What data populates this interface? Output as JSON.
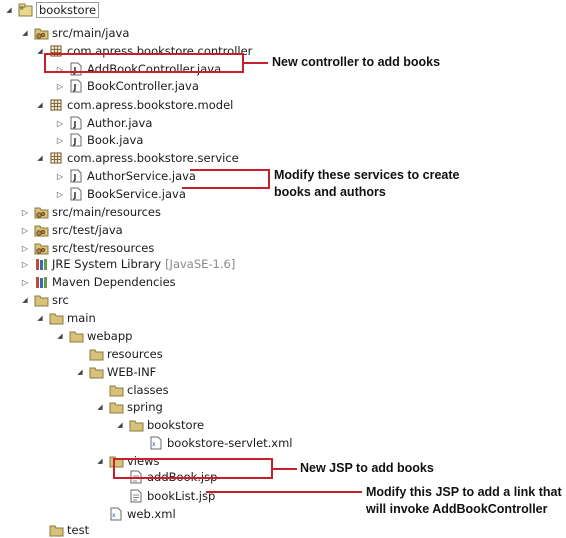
{
  "tree": {
    "rows": [
      {
        "label": "bookstore",
        "toggle": "expanded",
        "icon": "project-icon"
      },
      {
        "label": "src/main/java",
        "toggle": "expanded",
        "icon": "source-folder-icon"
      },
      {
        "label": "com.apress.bookstore.controller",
        "toggle": "expanded",
        "icon": "package-icon"
      },
      {
        "label": "AddBookController.java",
        "toggle": "collapsed",
        "icon": "java-file-icon"
      },
      {
        "label": "BookController.java",
        "toggle": "collapsed",
        "icon": "java-file-icon"
      },
      {
        "label": "com.apress.bookstore.model",
        "toggle": "expanded",
        "icon": "package-icon"
      },
      {
        "label": "Author.java",
        "toggle": "collapsed",
        "icon": "java-file-icon"
      },
      {
        "label": "Book.java",
        "toggle": "collapsed",
        "icon": "java-file-icon"
      },
      {
        "label": "com.apress.bookstore.service",
        "toggle": "expanded",
        "icon": "package-icon"
      },
      {
        "label": "AuthorService.java",
        "toggle": "collapsed",
        "icon": "java-file-icon"
      },
      {
        "label": "BookService.java",
        "toggle": "collapsed",
        "icon": "java-file-icon"
      },
      {
        "label": "src/main/resources",
        "toggle": "collapsed",
        "icon": "source-folder-icon"
      },
      {
        "label": "src/test/java",
        "toggle": "collapsed",
        "icon": "source-folder-icon"
      },
      {
        "label": "src/test/resources",
        "toggle": "collapsed",
        "icon": "source-folder-icon"
      },
      {
        "label": "JRE System Library",
        "suffix": "[JavaSE-1.6]",
        "toggle": "collapsed",
        "icon": "library-icon"
      },
      {
        "label": "Maven Dependencies",
        "toggle": "collapsed",
        "icon": "library-icon"
      },
      {
        "label": "src",
        "toggle": "expanded",
        "icon": "folder-icon"
      },
      {
        "label": "main",
        "toggle": "expanded",
        "icon": "folder-icon"
      },
      {
        "label": "webapp",
        "toggle": "expanded",
        "icon": "folder-icon"
      },
      {
        "label": "resources",
        "toggle": "none",
        "icon": "folder-icon"
      },
      {
        "label": "WEB-INF",
        "toggle": "expanded",
        "icon": "folder-icon"
      },
      {
        "label": "classes",
        "toggle": "none",
        "icon": "folder-icon"
      },
      {
        "label": "spring",
        "toggle": "expanded",
        "icon": "folder-icon"
      },
      {
        "label": "bookstore",
        "toggle": "expanded",
        "icon": "folder-icon"
      },
      {
        "label": "bookstore-servlet.xml",
        "toggle": "none",
        "icon": "xml-file-icon"
      },
      {
        "label": "views",
        "toggle": "expanded",
        "icon": "folder-icon"
      },
      {
        "label": "addBook.jsp",
        "toggle": "none",
        "icon": "jsp-file-icon"
      },
      {
        "label": "bookList.jsp",
        "toggle": "none",
        "icon": "jsp-file-icon"
      },
      {
        "label": "web.xml",
        "toggle": "none",
        "icon": "xml-file-icon"
      },
      {
        "label": "test",
        "toggle": "none",
        "icon": "folder-icon"
      }
    ]
  },
  "annotations": {
    "controller": "New controller to add books",
    "services_line1": "Modify these services to create",
    "services_line2": "books and authors",
    "jsp_new": "New JSP to add books",
    "jsp_modify_line1": "Modify this JSP to add a link that",
    "jsp_modify_line2": "will invoke AddBookController"
  },
  "colors": {
    "annotation_red": "#c8202a",
    "package_icon": "#8a6a3a",
    "folder_icon": "#d8c27a",
    "java_icon": "#6a6a6a"
  }
}
